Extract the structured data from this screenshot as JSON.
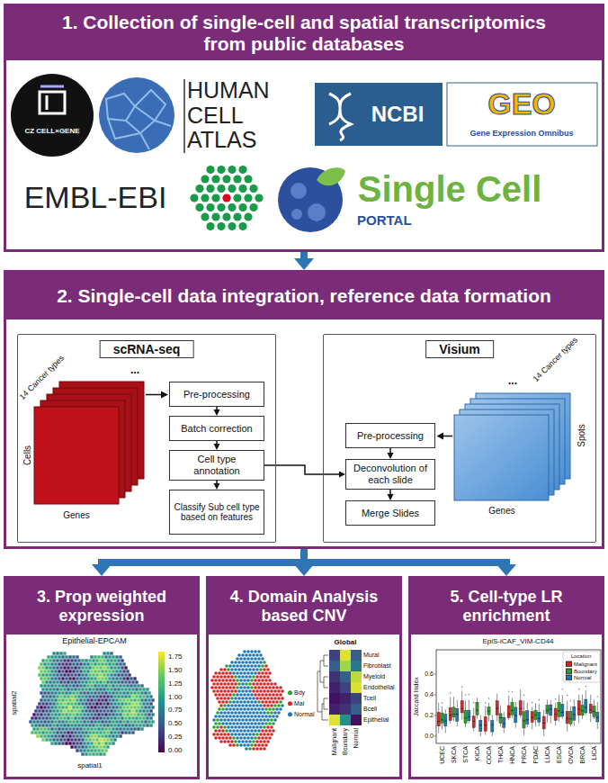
{
  "diagram": {
    "nodes": [
      {
        "text": [
          "1. Collection of single-cell and spatial transcriptomics from public databases"
        ]
      },
      {
        "text": [
          "2. Single-cell data integration, reference data formation"
        ]
      },
      {
        "text": [
          "scRNA-seq"
        ],
        "in": 1
      },
      {
        "text": [
          "Pre-processing"
        ],
        "in": 2
      },
      {
        "text": [
          "Batch correction"
        ],
        "in": 2
      },
      {
        "text": [
          "Cell type annotation"
        ],
        "in": 2
      },
      {
        "text": [
          "Classify Sub cell type based on features"
        ],
        "in": 2
      },
      {
        "text": [
          "Visium"
        ],
        "in": 1
      },
      {
        "text": [
          "Pre-processing"
        ],
        "in": 7
      },
      {
        "text": [
          "Deconvolution of each slide"
        ],
        "in": 7
      },
      {
        "text": [
          "Merge Slides"
        ],
        "in": 7
      },
      {
        "text": [
          "3. Prop weighted expression"
        ]
      },
      {
        "text": [
          "4. Domain Analysis based CNV"
        ]
      },
      {
        "text": [
          "5. Cell-type LR enrichment"
        ]
      }
    ],
    "edges": [
      {
        "from": 0,
        "to": 1,
        "arrow": "to"
      },
      {
        "from": 1,
        "to": 11,
        "arrow": "to"
      },
      {
        "from": 1,
        "to": 12,
        "arrow": "to"
      },
      {
        "from": 1,
        "to": 13,
        "arrow": "to"
      },
      {
        "from": 3,
        "to": 4,
        "arrow": "to"
      },
      {
        "from": 4,
        "to": 5,
        "arrow": "to"
      },
      {
        "from": 5,
        "to": 6,
        "arrow": "to"
      },
      {
        "from": 5,
        "to": 9,
        "arrow": "to"
      },
      {
        "from": 8,
        "to": 9,
        "arrow": "to"
      },
      {
        "from": 9,
        "to": 10,
        "arrow": "to"
      }
    ],
    "labels": [
      "CZ CELL×GENE",
      "HUMAN CELL ATLAS",
      "NCBI",
      "GEO",
      "Gene Expression Omnibus",
      "EMBL-EBI",
      "Single Cell",
      "PORTAL",
      "14 Cancer types",
      "...",
      "Cells",
      "Genes",
      "14 Cancer types",
      "...",
      "Spots",
      "Genes",
      "Epithelial-EPCAM",
      "spatial2",
      "spatial1",
      "1.75",
      "1.50",
      "1.25",
      "1.00",
      "0.75",
      "0.50",
      "0.25",
      "0.00",
      "Global",
      "Mural",
      "Fibroblast",
      "Myeloid",
      "Endothelial",
      "Tcell",
      "Bcell",
      "Epithelial",
      "Malignant",
      "Boundary",
      "Normal",
      "EpiS-iCAF_VIM-CD44",
      "Jaccard Index",
      "0.0",
      "0.2",
      "0.4",
      "0.6",
      "UCEC",
      "SKCA",
      "STCA",
      "KICA",
      "COCA",
      "THCA",
      "HNCA",
      "PRCA",
      "PDAC",
      "LUCA",
      "ESCA",
      "OVCA",
      "BRCA",
      "LICA",
      "Location"
    ],
    "legend": [
      {
        "text": "Bdy",
        "color": "#2ca02c"
      },
      {
        "text": "Mal",
        "color": "#d62728"
      },
      {
        "text": "Normal",
        "color": "#1f77b4"
      },
      {
        "text": "Malignant",
        "color": "#d62728"
      },
      {
        "text": "Boundary",
        "color": "#2ca02c"
      },
      {
        "text": "Normal",
        "color": "#1f77b4"
      }
    ]
  }
}
